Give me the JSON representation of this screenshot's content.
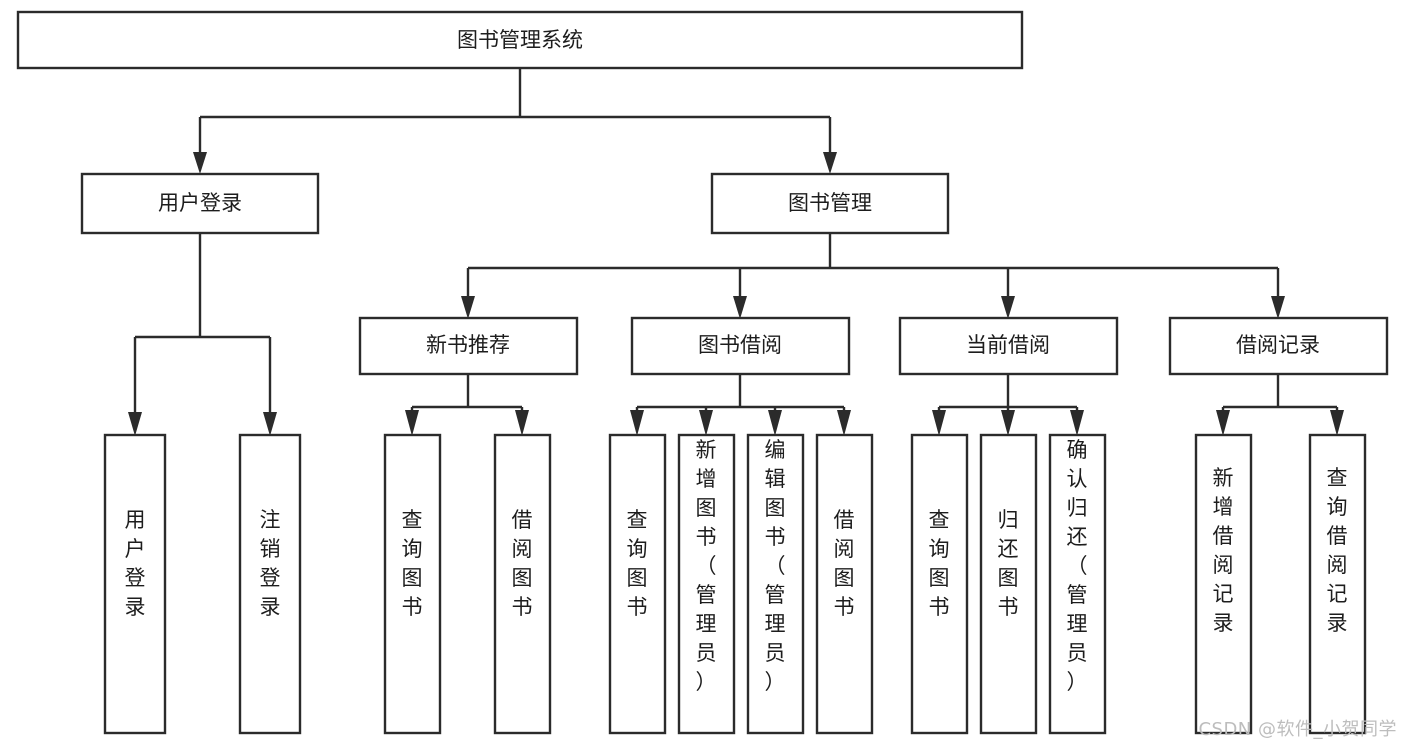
{
  "diagram": {
    "type": "tree-hierarchy",
    "title": "图书管理系统",
    "watermark": "CSDN @软件_小贺同学",
    "colors": {
      "box_stroke": "#2b2b2b",
      "box_fill": "#ffffff",
      "text": "#1d1d1d",
      "connector": "#2b2b2b",
      "watermark": "#bdbdbd",
      "background": "#ffffff"
    },
    "levels": {
      "root": {
        "label": "图书管理系统"
      },
      "level2": [
        {
          "label": "用户登录"
        },
        {
          "label": "图书管理"
        }
      ],
      "level3": [
        {
          "label": "新书推荐"
        },
        {
          "label": "图书借阅"
        },
        {
          "label": "当前借阅"
        },
        {
          "label": "借阅记录"
        }
      ],
      "leaves": {
        "user_login": [
          {
            "label": "用户登录"
          },
          {
            "label": "注销登录"
          }
        ],
        "new_book_recommend": [
          {
            "label": "查询图书"
          },
          {
            "label": "借阅图书"
          }
        ],
        "book_borrow": [
          {
            "label": "查询图书"
          },
          {
            "label": "新增图书（管理员）"
          },
          {
            "label": "编辑图书（管理员）"
          },
          {
            "label": "借阅图书"
          }
        ],
        "current_borrow": [
          {
            "label": "查询图书"
          },
          {
            "label": "归还图书"
          },
          {
            "label": "确认归还（管理员）"
          }
        ],
        "borrow_record": [
          {
            "label": "新增借阅记录"
          },
          {
            "label": "查询借阅记录"
          }
        ]
      }
    }
  }
}
